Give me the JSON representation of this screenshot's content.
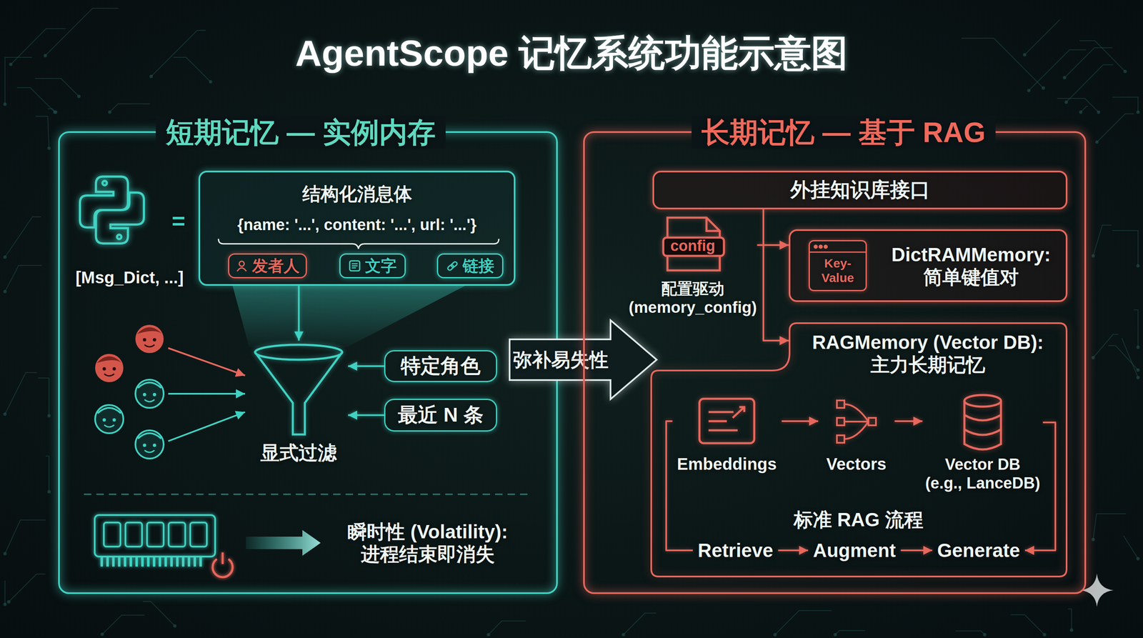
{
  "diagram": {
    "title": "AgentScope 记忆系统功能示意图",
    "nodes": [
      {
        "text": [
          "短期记忆 — 实例内存"
        ]
      },
      {
        "text": [
          "结构化消息体",
          "{name: '...', content: '...', url: '...'}"
        ],
        "in": 0
      },
      {
        "text": [
          "发者人"
        ],
        "in": 1
      },
      {
        "text": [
          "文字"
        ],
        "in": 1
      },
      {
        "text": [
          "链接"
        ],
        "in": 1
      },
      {
        "text": [
          "显式过滤"
        ],
        "in": 0
      },
      {
        "text": [
          "特定角色"
        ],
        "in": 0
      },
      {
        "text": [
          "最近 N 条"
        ],
        "in": 0
      },
      {
        "text": [
          "弥补易失性"
        ]
      },
      {
        "text": [
          "长期记忆 — 基于 RAG"
        ]
      },
      {
        "text": [
          "外挂知识库接口"
        ],
        "in": 9
      },
      {
        "text": [
          "config",
          "配置驱动 (memory_config)"
        ],
        "in": 9
      },
      {
        "text": [
          "DictRAMMemory: 简单键值对"
        ],
        "in": 9
      },
      {
        "text": [
          "Key- Value"
        ],
        "in": 12
      },
      {
        "text": [
          "RAGMemory (Vector DB): 主力长期记忆"
        ],
        "in": 9
      },
      {
        "text": [
          "Embeddings"
        ],
        "in": 14
      },
      {
        "text": [
          "Vectors"
        ],
        "in": 14
      },
      {
        "text": [
          "Vector DB (e.g., LanceDB)"
        ],
        "in": 14
      },
      {
        "text": [
          "Retrieve"
        ],
        "in": 14
      },
      {
        "text": [
          "Augment"
        ],
        "in": 14
      },
      {
        "text": [
          "Generate"
        ],
        "in": 14
      }
    ],
    "edges": [
      {
        "from": 1,
        "to": 5,
        "arrow": "to"
      },
      {
        "from": 6,
        "to": 5,
        "arrow": "to"
      },
      {
        "from": 7,
        "to": 5,
        "arrow": "to"
      },
      {
        "from": 10,
        "to": 14,
        "arrow": "to"
      },
      {
        "from": 11,
        "to": 12,
        "arrow": "to"
      },
      {
        "from": 15,
        "to": 16,
        "arrow": "to"
      },
      {
        "from": 16,
        "to": 17,
        "arrow": "to"
      },
      {
        "from": 18,
        "to": 19,
        "arrow": "to"
      },
      {
        "from": 19,
        "to": 20,
        "arrow": "to"
      },
      {
        "from": 17,
        "to": 20,
        "arrow": "to"
      },
      {
        "from": 15,
        "to": 18,
        "arrow": "none"
      }
    ],
    "labels": [
      "=",
      "[Msg_Dict, ...]",
      "瞬时性 (Volatility): 进程结束即消失",
      "标准 RAG 流程"
    ]
  }
}
